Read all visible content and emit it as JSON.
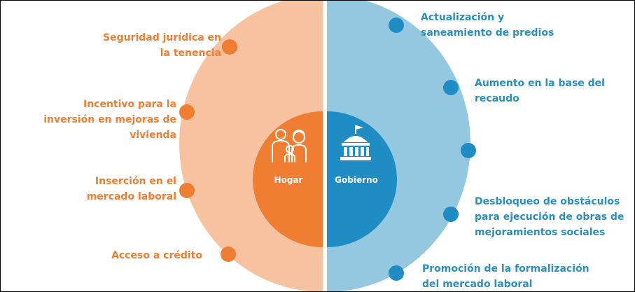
{
  "colors": {
    "left_light": "#f7c2a0",
    "left_dark": "#ef7d32",
    "right_light": "#93c8e0",
    "right_dark": "#1f8dc3",
    "left_text": "#ef7d32",
    "right_text": "#2a8fbf"
  },
  "center": {
    "left_title": "Hogar",
    "left_icon": "family-icon",
    "right_title": "Gobierno",
    "right_icon": "government-building-icon"
  },
  "left_items": [
    {
      "label": "Seguridad jurídica en\nla tenencia"
    },
    {
      "label": "Incentivo para la\ninversión en mejoras de\nvivienda"
    },
    {
      "label": "Inserción en el\nmercado laboral"
    },
    {
      "label": "Acceso a crédito"
    }
  ],
  "right_items": [
    {
      "label": "Actualización y\nsaneamiento de predios"
    },
    {
      "label": "Aumento en la base del\nrecaudo"
    },
    {
      "label": ""
    },
    {
      "label": "Desbloqueo de obstáculos\npara ejecución de obras de\nmejoramientos sociales"
    },
    {
      "label": "Promoción de la formalización\ndel mercado laboral"
    }
  ]
}
